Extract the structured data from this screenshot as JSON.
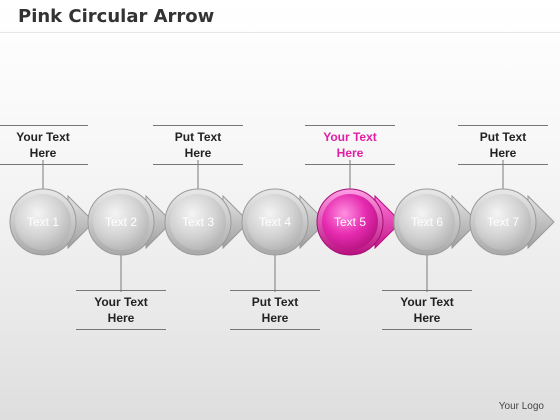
{
  "title": "Pink Circular Arrow",
  "logo": "Your Logo",
  "colors": {
    "accent": "#e21da6",
    "node": "#cfcfcf",
    "line": "#7a7a7a"
  },
  "nodes": [
    {
      "label": "Text 1",
      "highlight": false
    },
    {
      "label": "Text 2",
      "highlight": false
    },
    {
      "label": "Text 3",
      "highlight": false
    },
    {
      "label": "Text 4",
      "highlight": false
    },
    {
      "label": "Text 5",
      "highlight": true
    },
    {
      "label": "Text 6",
      "highlight": false
    },
    {
      "label": "Text 7",
      "highlight": false
    }
  ],
  "callouts": [
    {
      "node": 0,
      "position": "top",
      "line1": "Your Text",
      "line2": "Here",
      "highlight": false
    },
    {
      "node": 1,
      "position": "bottom",
      "line1": "Your Text",
      "line2": "Here",
      "highlight": false
    },
    {
      "node": 2,
      "position": "top",
      "line1": "Put Text",
      "line2": "Here",
      "highlight": false
    },
    {
      "node": 3,
      "position": "bottom",
      "line1": "Put Text",
      "line2": "Here",
      "highlight": false
    },
    {
      "node": 4,
      "position": "top",
      "line1": "Your Text",
      "line2": "Here",
      "highlight": true
    },
    {
      "node": 5,
      "position": "bottom",
      "line1": "Your Text",
      "line2": "Here",
      "highlight": false
    },
    {
      "node": 6,
      "position": "top",
      "line1": "Put Text",
      "line2": "Here",
      "highlight": false
    }
  ]
}
